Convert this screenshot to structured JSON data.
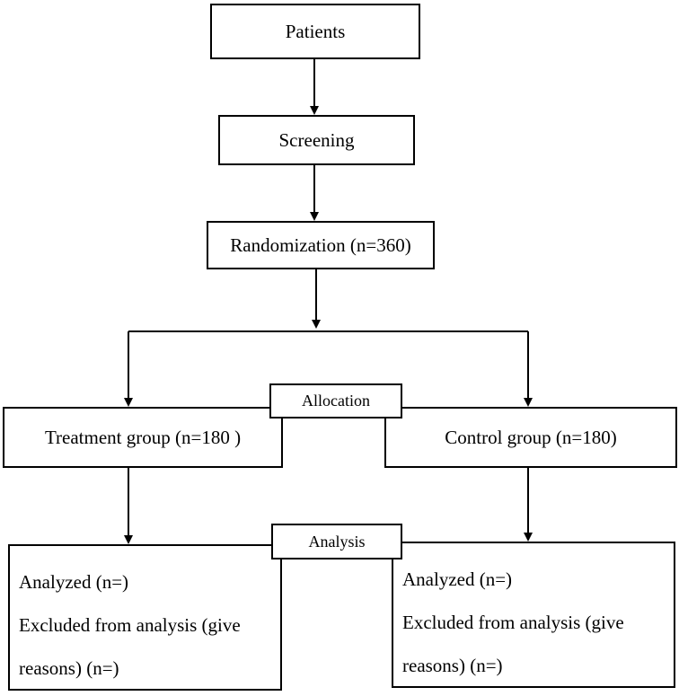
{
  "flow": {
    "patients": "Patients",
    "screening": "Screening",
    "randomization": "Randomization (n=360)",
    "allocation": "Allocation",
    "treatment_group": "Treatment group (n=180 )",
    "control_group": "Control group (n=180)",
    "analysis": "Analysis",
    "treatment_analysis": {
      "analyzed": "Analyzed (n=)",
      "excluded_line1": "Excluded from analysis (give",
      "excluded_line2": "reasons) (n=)"
    },
    "control_analysis": {
      "analyzed": "Analyzed (n=)",
      "excluded_line1": "Excluded from analysis (give",
      "excluded_line2": "reasons) (n=)"
    }
  }
}
